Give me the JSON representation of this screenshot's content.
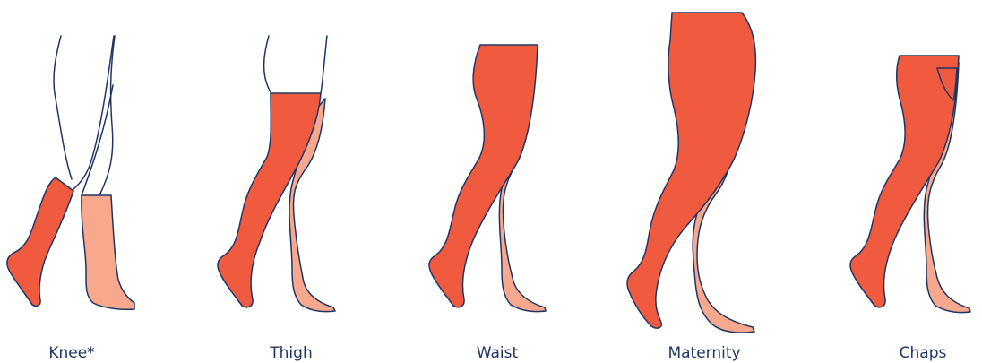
{
  "colors": {
    "front_leg": "#f05b3f",
    "back_leg": "#f8a88d",
    "outline": "#1f3664",
    "text": "#1f3664",
    "background": "#ffffff"
  },
  "figures": [
    {
      "label": "Knee*"
    },
    {
      "label": "Thigh"
    },
    {
      "label": "Waist"
    },
    {
      "label": "Maternity"
    },
    {
      "label": "Chaps"
    }
  ]
}
